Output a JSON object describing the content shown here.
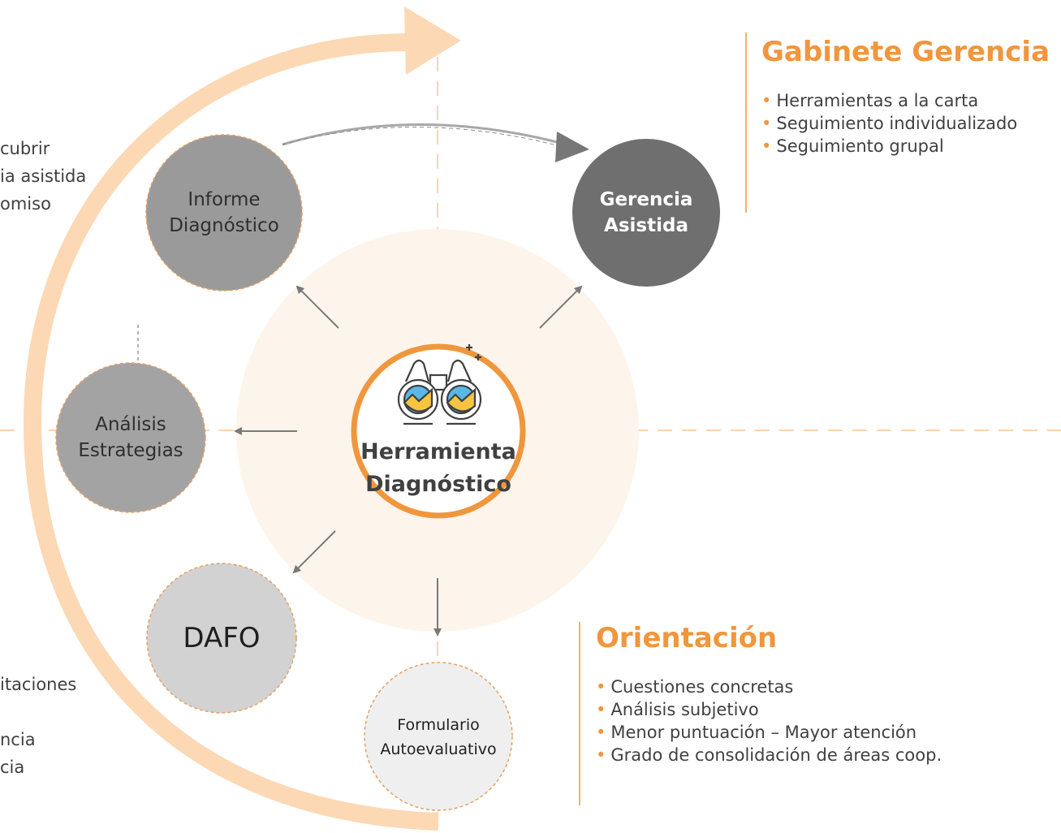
{
  "colors": {
    "accent": "#f0963c",
    "arc": "#fcd8b4",
    "halo": "#fdf5ec",
    "dark_node": "#6f6f6f",
    "mid_node": "#9a9a9a",
    "light_node": "#cfcfcf",
    "pale_node": "#efefef",
    "text": "#404040"
  },
  "center": {
    "line1": "Herramienta",
    "line2": "Diagnóstico",
    "icon": "binoculars-icon"
  },
  "nodes": {
    "informe": {
      "line1": "Informe",
      "line2": "Diagnóstico"
    },
    "gerencia": {
      "line1": "Gerencia",
      "line2": "Asistida"
    },
    "analisis": {
      "line1": "Análisis",
      "line2": "Estrategias"
    },
    "dafo": {
      "label": "DAFO"
    },
    "formulario": {
      "line1": "Formulario",
      "line2": "Autoevaluativo"
    }
  },
  "gabinete": {
    "title": "Gabinete Gerencia",
    "items": [
      "Herramientas a la carta",
      "Seguimiento individualizado",
      "Seguimiento grupal"
    ]
  },
  "orientacion": {
    "title": "Orientación",
    "items": [
      "Cuestiones concretas",
      "Análisis subjetivo",
      "Menor puntuación – Mayor atención",
      "Grado de consolidación de áreas coop."
    ]
  },
  "left_top_text": [
    "cubrir",
    "ia asistida",
    "omiso"
  ],
  "left_bottom_text": [
    "itaciones",
    "",
    "ncia",
    "cia"
  ]
}
